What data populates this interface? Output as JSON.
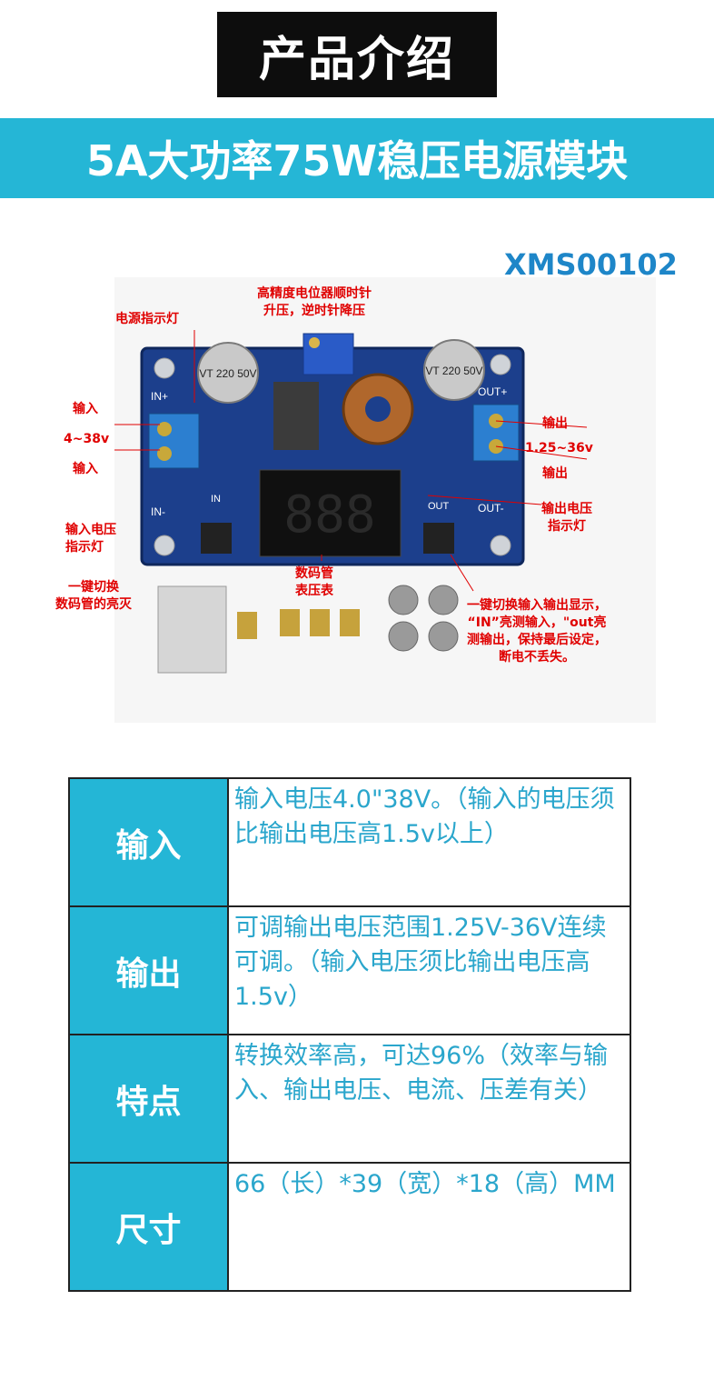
{
  "header": {
    "title": "产品介绍",
    "banner": "5A大功率75W稳压电源模块",
    "model_code": "XMS00102"
  },
  "product_image": {
    "annotations": {
      "power_led": "电源指示灯",
      "potentiometer": "高精度电位器顺时针\n升压，逆时针降压",
      "input_plus": "输入",
      "input_range": "4~38v",
      "input_minus": "输入",
      "output_plus": "输出",
      "output_range": "1.25~36v",
      "output_minus": "输出",
      "input_led": "输入电压\n指示灯",
      "output_led": "输出电压\n指示灯",
      "button_toggle": "一键切换\n数码管的亮灭",
      "display": "数码管\n表压表",
      "switch_note": "一键切换输入输出显示，\n“IN”亮测输入，\"out亮\n测输出，保持最后设定，\n断电不丢失。"
    },
    "board_labels": {
      "in_plus": "IN+",
      "in_minus": "IN-",
      "out_plus": "OUT+",
      "out_minus": "OUT-",
      "in_led": "IN",
      "out_led": "OUT",
      "cap_left": "VT 220 50V",
      "cap_right": "VT 220 50V"
    }
  },
  "specs": [
    {
      "label": "输入",
      "value": "输入电压4.0\"38V。（输入的电压须比输出电压高1.5v以上）"
    },
    {
      "label": "输出",
      "value": "可调输出电压范围1.25V-36V连续可调。（输入电压须比输出电压高1.5v）"
    },
    {
      "label": "特点",
      "value": "转换效率高，可达96%（效率与输入、输出电压、电流、压差有关）"
    },
    {
      "label": "尺寸",
      "value": "66（长）*39（宽）*18（高）MM"
    }
  ],
  "colors": {
    "banner": "#25b6d6",
    "annotation": "#e00000",
    "model_code": "#1e86c8",
    "spec_text": "#2aa6cc",
    "board": "#1c3f8c"
  }
}
